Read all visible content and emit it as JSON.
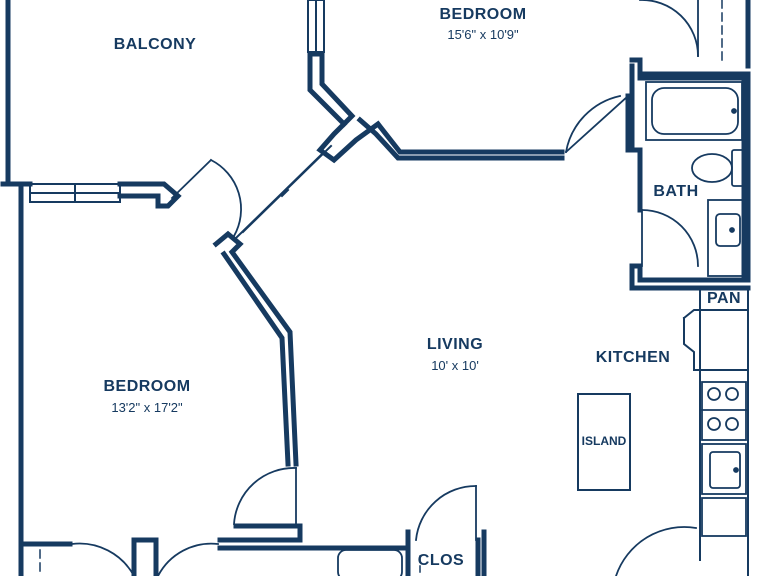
{
  "colors": {
    "wall": "#163a60",
    "fixture": "#163a60",
    "background": "#ffffff"
  },
  "rooms": {
    "balcony": {
      "name": "BALCONY"
    },
    "bedroom_top": {
      "name": "BEDROOM",
      "size": "15'6\" x 10'9\""
    },
    "bedroom_left": {
      "name": "BEDROOM",
      "size": "13'2\" x 17'2\""
    },
    "living": {
      "name": "LIVING",
      "size": "10' x 10'"
    },
    "kitchen": {
      "name": "KITCHEN"
    },
    "bath": {
      "name": "BATH"
    },
    "pantry": {
      "name": "PAN"
    },
    "island": {
      "name": "ISLAND"
    },
    "closet": {
      "name": "CLOS"
    }
  }
}
